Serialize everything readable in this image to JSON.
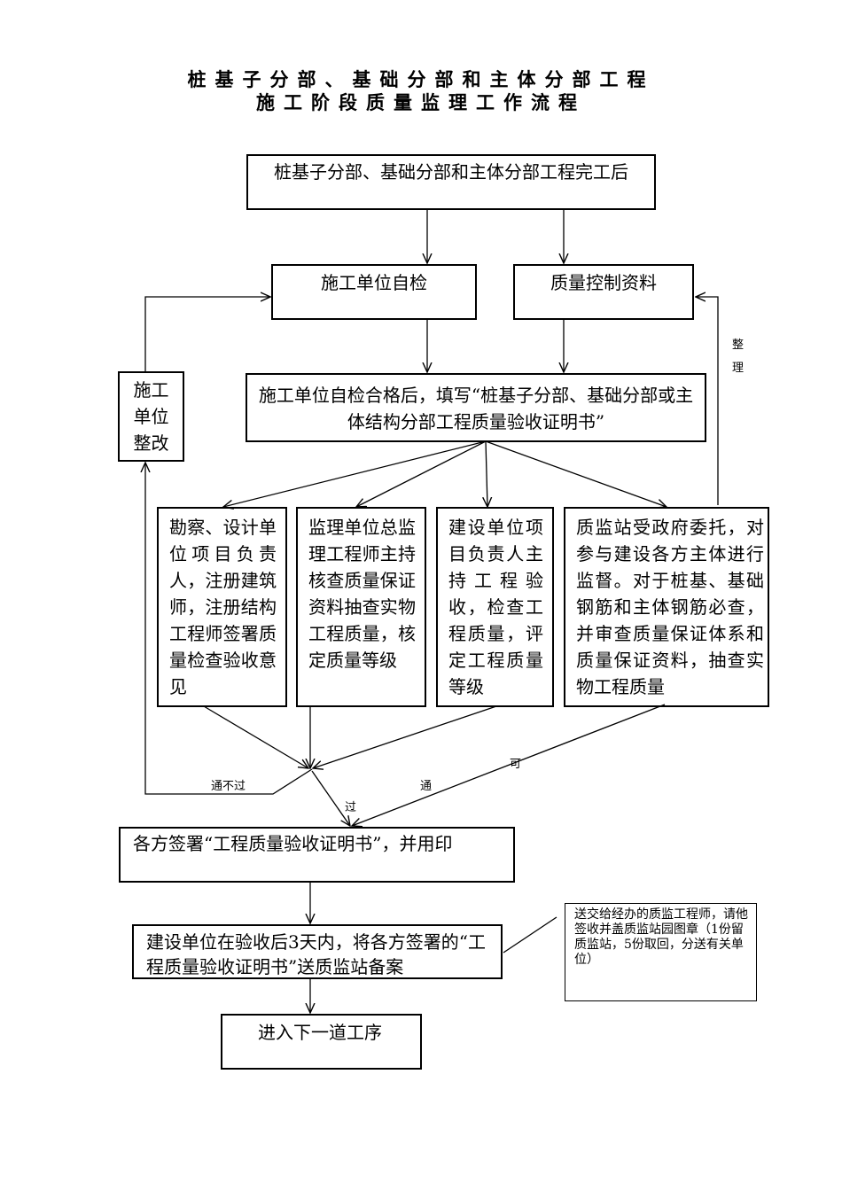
{
  "title": {
    "line1": "桩基子分部、基础分部和主体分部工程",
    "line2": "施工阶段质量监理工作流程"
  },
  "nodes": {
    "start": "桩基子分部、基础分部和主体分部工程完工后",
    "self_check": "施工单位自检",
    "quality_docs": "质量控制资料",
    "rectify": "施工单位整改",
    "fill_certificate": "施工单位自检合格后，填写“桩基子分部、基础分部或主体结构分部工程质量验收证明书”",
    "survey_design": "勘察、设计单位项目负责人，注册建筑师，注册结构工程师签署质量检查验收意见",
    "supervisor": "监理单位总监理工程师主持核查质量保证资料抽查实物工程质量，核定质量等级",
    "owner": "建设单位项目负责人主持工程验收，检查工程质量，评定工程质量等级",
    "station": "质监站受政府委托，对参与建设各方主体进行监督。对于桩基、基础钢筋和主体钢筋必查，并审查质量保证体系和质量保证资料，抽查实物工程质量",
    "sign": "各方签署“工程质量验收证明书”，并用印",
    "submit": "建设单位在验收后3天内，将各方签署的“工程质量验收证明书”送质监站备案",
    "note": "送交给经办的质监工程师，请他签收并盖质监站园图章（1份留质监站，5份取回，分送有关单位）",
    "next": "进入下一道工序"
  },
  "labels": {
    "tidy_1": "整",
    "tidy_2": "理",
    "fail": "通不过",
    "pass_1": "可",
    "pass_2": "通",
    "pass_3": "过"
  },
  "colors": {
    "line": "#000000",
    "background": "#ffffff"
  }
}
